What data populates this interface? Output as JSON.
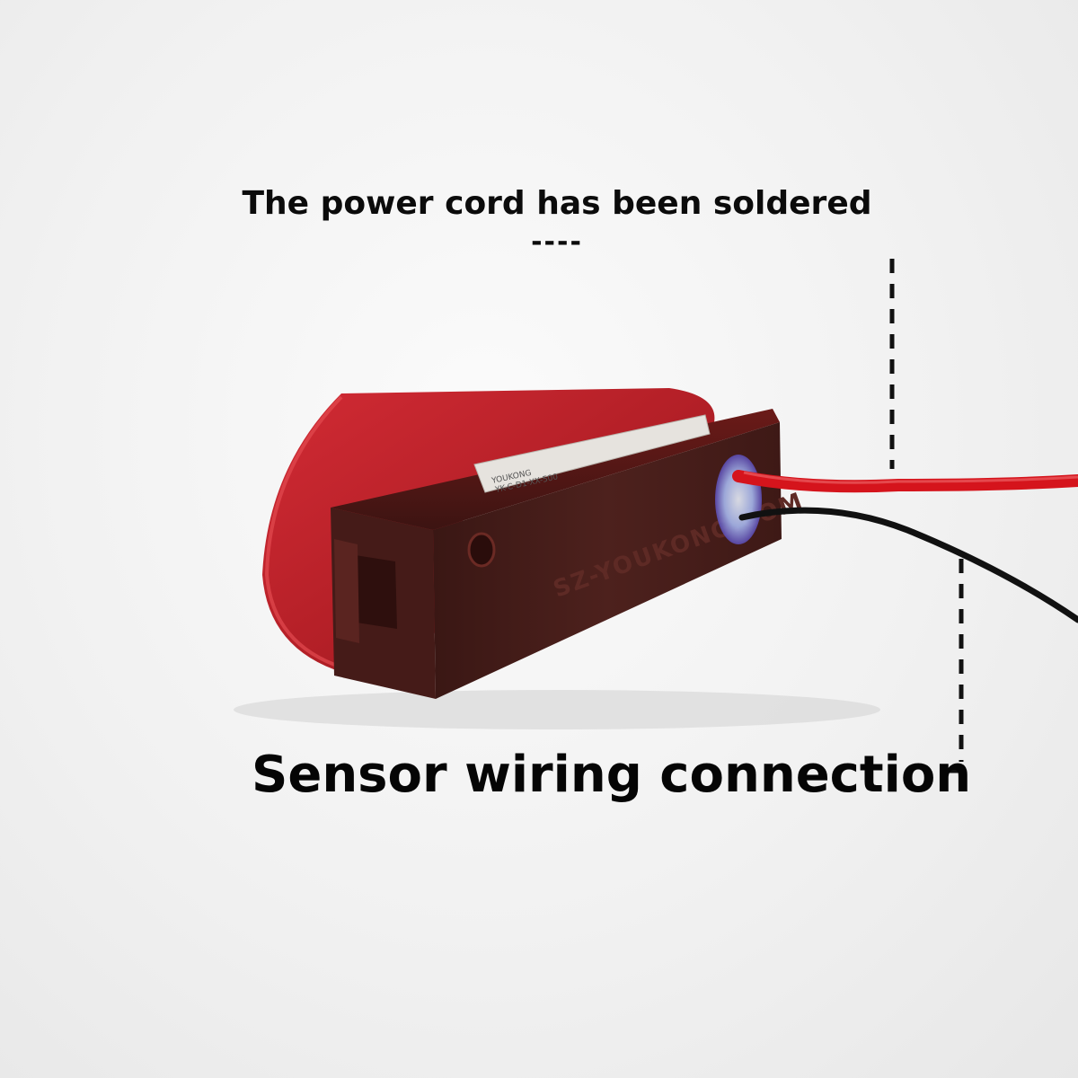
{
  "captions": {
    "top": "The power cord has been soldered",
    "top_dash": "----",
    "bottom": "Sensor wiring connection"
  },
  "product": {
    "embossed_text": "SZ-YOUKONG.COM",
    "label_lines": [
      "YOUKONG",
      "YK-C-D1-XX-500"
    ]
  },
  "colors": {
    "background": "#f2f2f2",
    "lens_red": "#b0141c",
    "housing_brown": "#4a1f1c",
    "wire_red": "#d5141c",
    "wire_black": "#111111",
    "caption": "#0b0b0b"
  }
}
